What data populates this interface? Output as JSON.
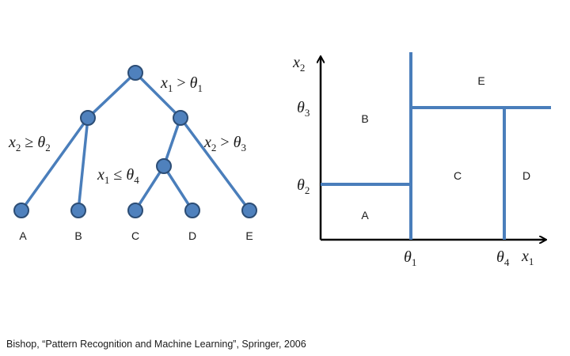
{
  "colors": {
    "edge": "#4a7ebb",
    "node_fill": "#4f81bd",
    "node_stroke": "#2c4d75",
    "partition_line": "#4a7ebb",
    "axis": "#000000",
    "text": "#1a1a1a"
  },
  "tree": {
    "conditions": {
      "root": {
        "var": "x",
        "var_sub": "1",
        "op": " > ",
        "theta": "θ",
        "theta_sub": "1"
      },
      "left": {
        "var": "x",
        "var_sub": "2",
        "op": " ≥ ",
        "theta": "θ",
        "theta_sub": "2"
      },
      "right": {
        "var": "x",
        "var_sub": "2",
        "op": " > ",
        "theta": "θ",
        "theta_sub": "3"
      },
      "inner": {
        "var": "x",
        "var_sub": "1",
        "op": " ≤ ",
        "theta": "θ",
        "theta_sub": "4"
      }
    },
    "leaves": [
      "A",
      "B",
      "C",
      "D",
      "E"
    ]
  },
  "partition": {
    "x_axis_label": {
      "var": "x",
      "sub": "1"
    },
    "y_axis_label": {
      "var": "x",
      "sub": "2"
    },
    "x_ticks": [
      {
        "sym": "θ",
        "sub": "1"
      },
      {
        "sym": "θ",
        "sub": "4"
      }
    ],
    "y_ticks": [
      {
        "sym": "θ",
        "sub": "3"
      },
      {
        "sym": "θ",
        "sub": "2"
      }
    ],
    "regions": [
      "A",
      "B",
      "C",
      "D",
      "E"
    ]
  },
  "citation": "Bishop, “Pattern Recognition and Machine Learning”, Springer, 2006"
}
